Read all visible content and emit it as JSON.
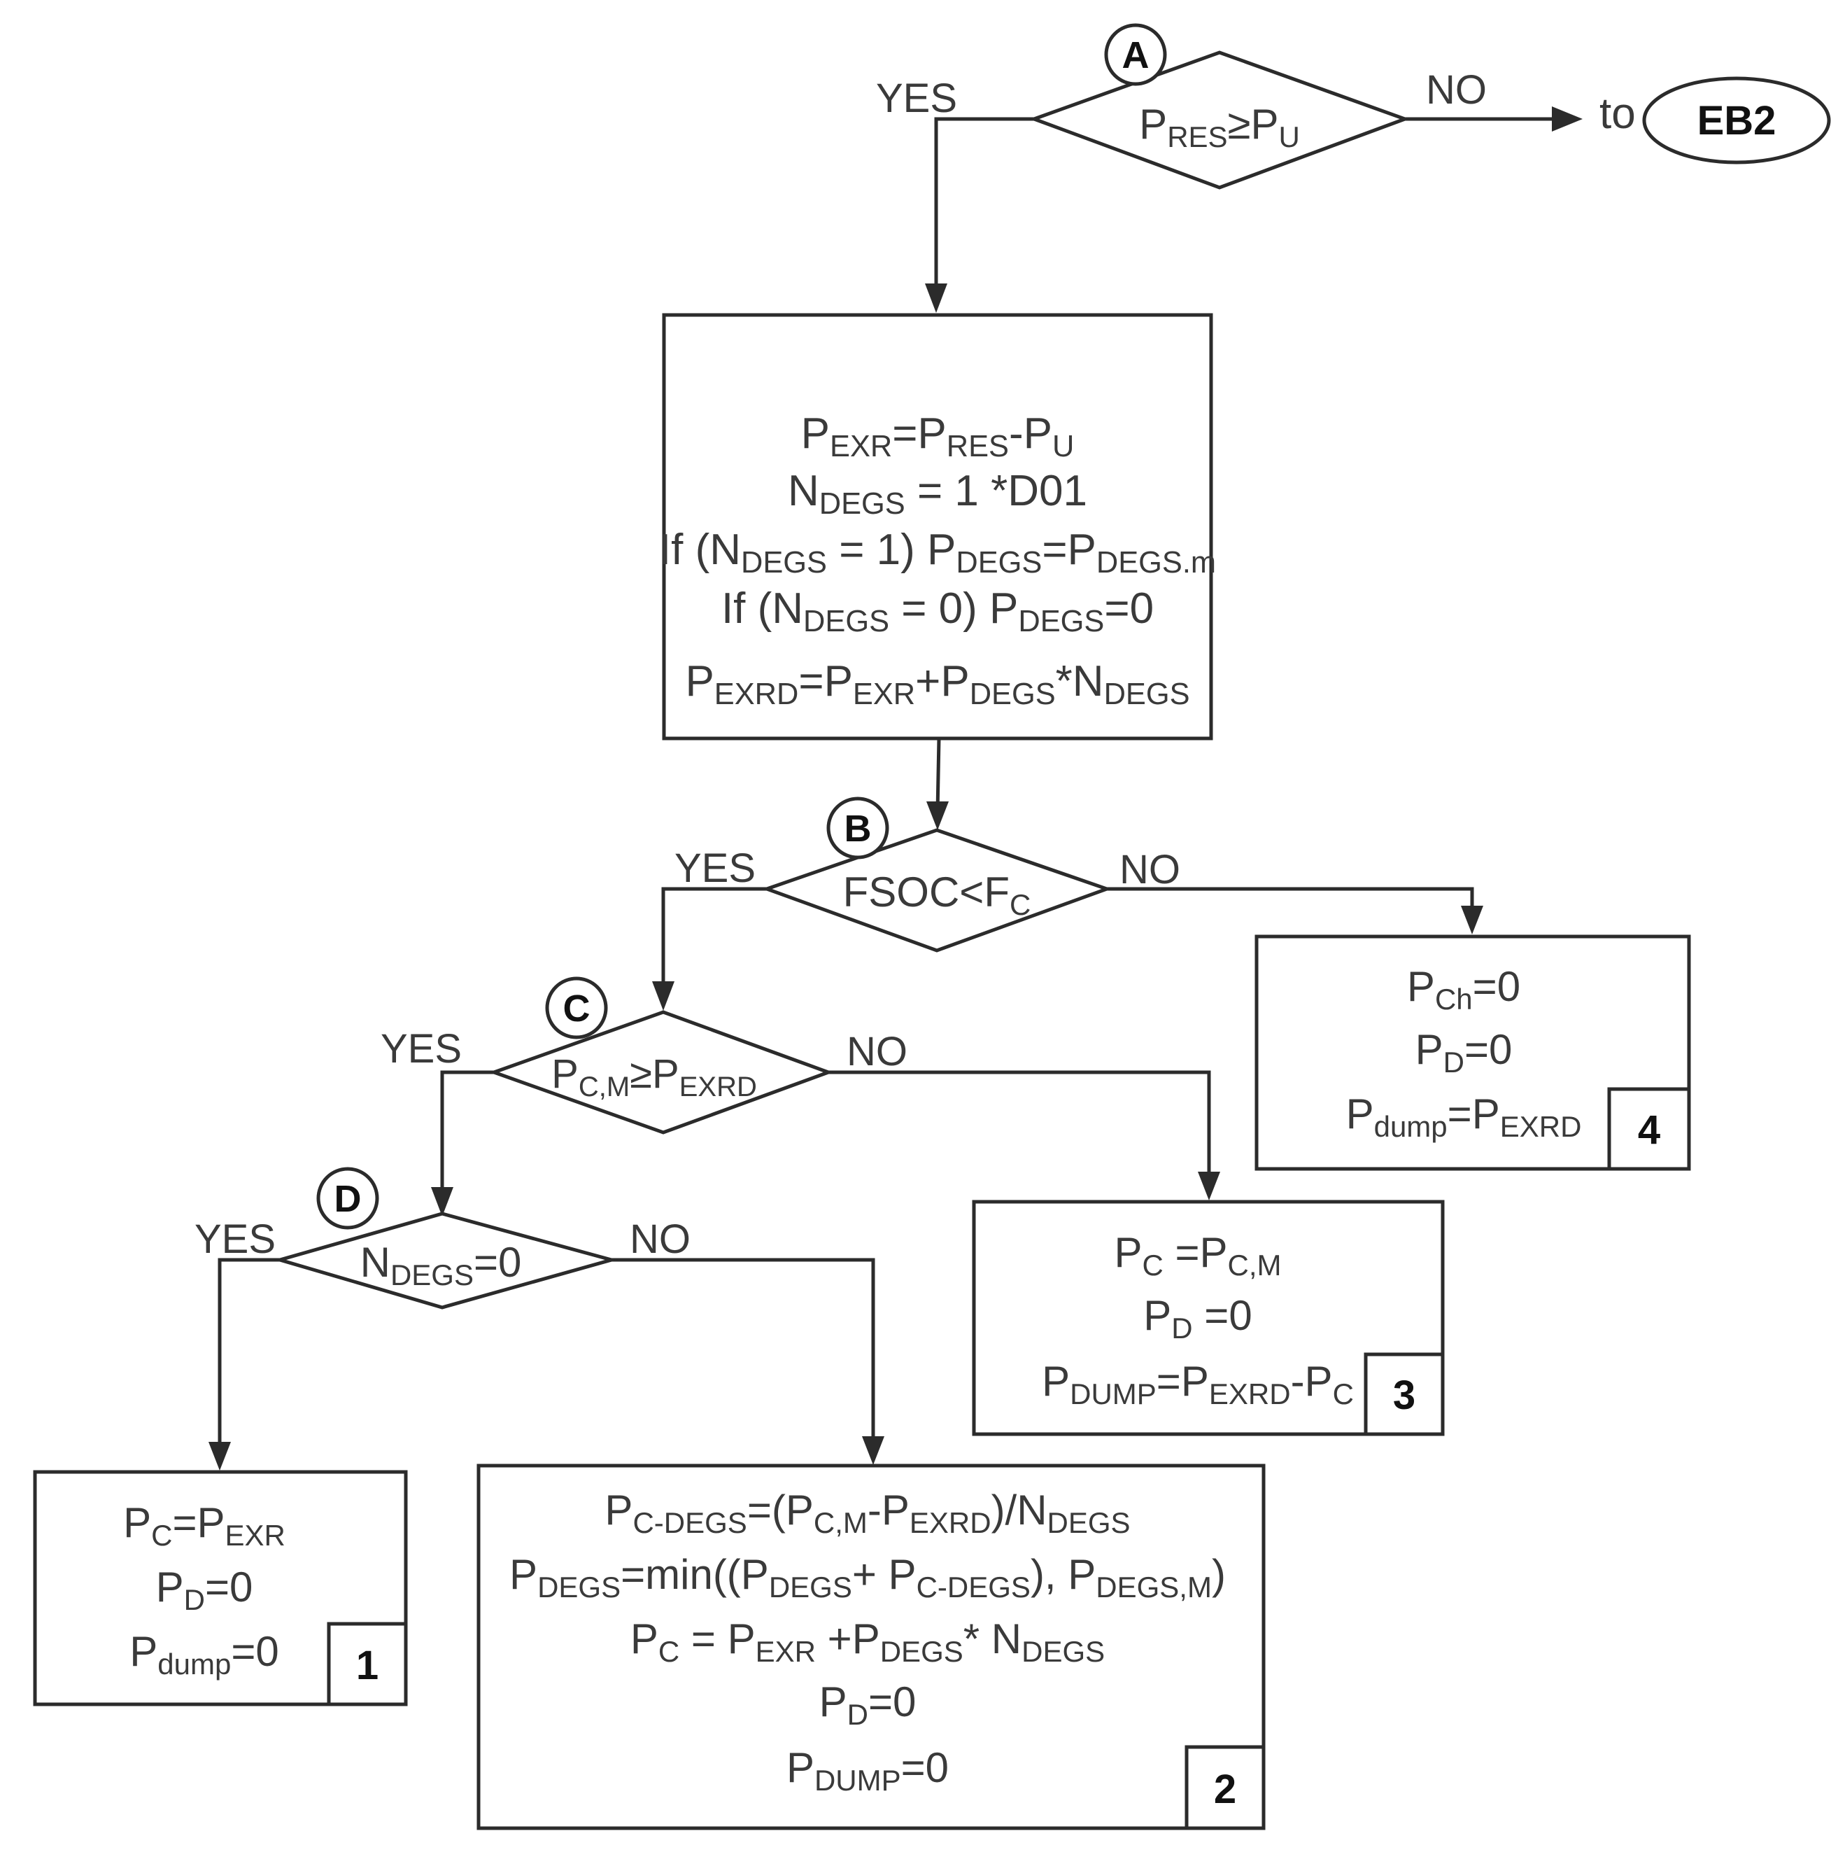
{
  "decisions": {
    "A": {
      "marker": "A",
      "condition": {
        "base": "P",
        "sub": "RES",
        "op": "≥P",
        "sub2": "U"
      },
      "yes": "YES",
      "no": "NO"
    },
    "B": {
      "marker": "B",
      "condition": {
        "pre": "FSOC<F",
        "sub": "C"
      },
      "yes": "YES",
      "no": "NO"
    },
    "C": {
      "marker": "C",
      "condition": {
        "base": "P",
        "sub": "C,M",
        "op": "≥P",
        "sub2": "EXRD"
      },
      "yes": "YES",
      "no": "NO"
    },
    "D": {
      "marker": "D",
      "condition": {
        "base": "N",
        "sub": "DEGS",
        "op": "=0"
      },
      "yes": "YES",
      "no": "NO"
    }
  },
  "exit": {
    "to_label": "to",
    "target": "EB2"
  },
  "process_box": {
    "lines": [
      [
        [
          "P",
          ""
        ],
        [
          "EXR",
          "sub"
        ],
        [
          "=P",
          ""
        ],
        [
          "RES",
          "sub"
        ],
        [
          "-P",
          ""
        ],
        [
          "U",
          "sub"
        ]
      ],
      [
        [
          "N",
          ""
        ],
        [
          "DEGS",
          "sub"
        ],
        [
          " = 1 *D01",
          ""
        ]
      ],
      [
        [
          "If (N",
          ""
        ],
        [
          "DEGS",
          "sub"
        ],
        [
          " = 1) P",
          ""
        ],
        [
          "DEGS",
          "sub"
        ],
        [
          "=P",
          ""
        ],
        [
          "DEGS.m",
          "sub"
        ]
      ],
      [
        [
          "If (N",
          ""
        ],
        [
          "DEGS",
          "sub"
        ],
        [
          " = 0) P",
          ""
        ],
        [
          "DEGS",
          "sub"
        ],
        [
          "=0",
          ""
        ]
      ],
      [
        [
          "P",
          ""
        ],
        [
          "EXRD",
          "sub"
        ],
        [
          "=P",
          ""
        ],
        [
          "EXR",
          "sub"
        ],
        [
          "+P",
          ""
        ],
        [
          "DEGS",
          "sub"
        ],
        [
          "*N",
          ""
        ],
        [
          "DEGS",
          "sub"
        ]
      ]
    ]
  },
  "outcomes": {
    "1": {
      "number": "1",
      "lines": [
        [
          [
            "P",
            ""
          ],
          [
            "C",
            "sub"
          ],
          [
            "=P",
            ""
          ],
          [
            "EXR",
            "sub"
          ]
        ],
        [
          [
            "P",
            ""
          ],
          [
            "D",
            "sub"
          ],
          [
            "=0",
            ""
          ]
        ],
        [
          [
            "P",
            ""
          ],
          [
            "dump",
            "sub"
          ],
          [
            "=0",
            ""
          ]
        ]
      ]
    },
    "2": {
      "number": "2",
      "lines": [
        [
          [
            "P",
            ""
          ],
          [
            "C-DEGS",
            "sub"
          ],
          [
            "=(P",
            ""
          ],
          [
            "C,M",
            "sub"
          ],
          [
            "-P",
            ""
          ],
          [
            "EXRD",
            "sub"
          ],
          [
            ")/N",
            ""
          ],
          [
            "DEGS",
            "sub"
          ]
        ],
        [
          [
            "P",
            ""
          ],
          [
            "DEGS",
            "sub"
          ],
          [
            "=min((P",
            ""
          ],
          [
            "DEGS",
            "sub"
          ],
          [
            "+ P",
            ""
          ],
          [
            "C-DEGS",
            "sub"
          ],
          [
            "), P",
            ""
          ],
          [
            "DEGS,M",
            "sub"
          ],
          [
            ")",
            ""
          ]
        ],
        [
          [
            "P",
            ""
          ],
          [
            "C",
            "sub"
          ],
          [
            " = P",
            ""
          ],
          [
            "EXR",
            "sub"
          ],
          [
            " +P",
            ""
          ],
          [
            "DEGS",
            "sub"
          ],
          [
            "* N",
            ""
          ],
          [
            "DEGS",
            "sub"
          ]
        ],
        [
          [
            "P",
            ""
          ],
          [
            "D",
            "sub"
          ],
          [
            "=0",
            ""
          ]
        ],
        [
          [
            "P",
            ""
          ],
          [
            "DUMP",
            "sub"
          ],
          [
            "=0",
            ""
          ]
        ]
      ]
    },
    "3": {
      "number": "3",
      "lines": [
        [
          [
            "P",
            ""
          ],
          [
            "C",
            "sub"
          ],
          [
            " =P",
            ""
          ],
          [
            "C,M",
            "sub"
          ]
        ],
        [
          [
            "P",
            ""
          ],
          [
            "D",
            "sub"
          ],
          [
            " =0",
            ""
          ]
        ],
        [
          [
            "P",
            ""
          ],
          [
            "DUMP",
            "sub"
          ],
          [
            "=P",
            ""
          ],
          [
            "EXRD",
            "sub"
          ],
          [
            "-P",
            ""
          ],
          [
            "C",
            "sub"
          ]
        ]
      ]
    },
    "4": {
      "number": "4",
      "lines": [
        [
          [
            "P",
            ""
          ],
          [
            "Ch",
            "sub"
          ],
          [
            "=0",
            ""
          ]
        ],
        [
          [
            "P",
            ""
          ],
          [
            "D",
            "sub"
          ],
          [
            "=0",
            ""
          ]
        ],
        [
          [
            "P",
            ""
          ],
          [
            "dump",
            "sub"
          ],
          [
            "=P",
            ""
          ],
          [
            "EXRD",
            "sub"
          ]
        ]
      ]
    }
  }
}
